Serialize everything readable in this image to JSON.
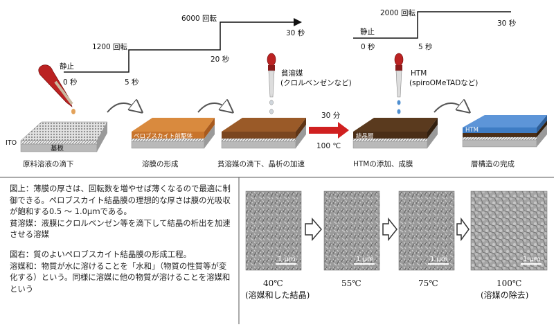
{
  "spin_profile_1": {
    "rest": "静止",
    "t0": "0 秒",
    "rpm1200": "1200 回転",
    "t5": "5 秒",
    "t20": "20 秒",
    "rpm6000": "6000 回転",
    "t30": "30 秒"
  },
  "spin_profile_2": {
    "rest": "静止",
    "t0": "0 秒",
    "rpm2000": "2000 回転",
    "t5": "5 秒",
    "t30": "30 秒"
  },
  "drops": {
    "antisolvent_l1": "貧溶媒",
    "antisolvent_l2": "(クロルベンゼンなど)",
    "htm_l1": "HTM",
    "htm_l2": "(spiroOMeTADなど)"
  },
  "anneal": {
    "time": "30 分",
    "temp": "100 ℃"
  },
  "layers": {
    "ito": "ITO",
    "substrate": "基板",
    "precursor": "ペロブスカイト前駆体",
    "crystal": "結晶層",
    "htm": "HTM"
  },
  "steps": [
    "原料溶液の滴下",
    "溶膜の形成",
    "貧溶媒の滴下、晶析の加速",
    "HTMの添加、成膜",
    "層構造の完成"
  ],
  "notes": [
    "図上：薄膜の厚さは、回転数を増やせば薄くなるので最適に制御できる。ペロブスカイト結晶膜の理想的な厚さは膜の光吸収が飽和する0.5 ～ 1.0μｍである。",
    "貧溶媒：液膜にクロルベンゼン等を滴下して結晶の析出を加速させる溶媒",
    "図右：質のよいペロブスカイト結晶膜の形成工程。",
    "溶媒和：物質が水に溶けることを「水和」（物質の性質等が変化する）という。同様に溶媒に他の物質が溶けることを溶媒和という"
  ],
  "sem": {
    "scale_label": "1 μm",
    "images": [
      {
        "temp": "40℃",
        "caption": "(溶媒和した結晶)"
      },
      {
        "temp": "55℃",
        "caption": ""
      },
      {
        "temp": "75℃",
        "caption": ""
      },
      {
        "temp": "100℃",
        "caption": "(溶媒の除去)"
      }
    ]
  },
  "colors": {
    "precursor": "#c8742c",
    "crystal": "#4a2e17",
    "htm": "#3e7cc4",
    "arrow": "#d02020"
  }
}
